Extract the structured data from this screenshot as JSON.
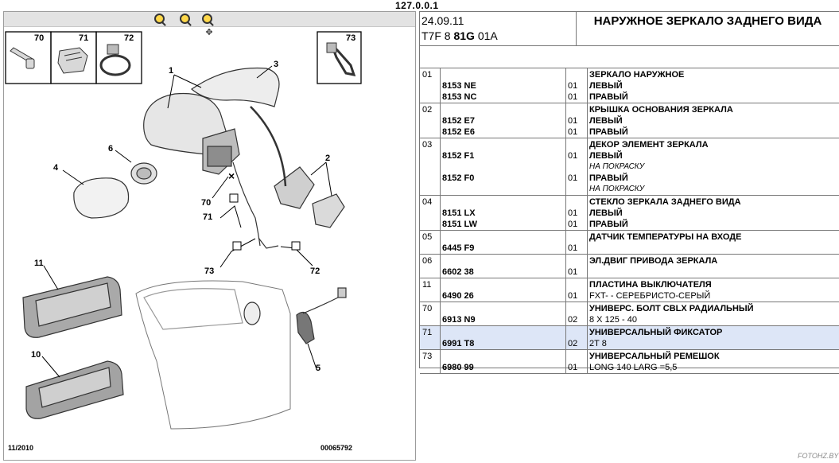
{
  "topbar": {
    "ip": "127.0.0.1"
  },
  "diagram": {
    "zoom_in_icon": "zoom-in-icon",
    "zoom_out_icon": "zoom-out-icon",
    "zoom_pan_icon": "zoom-pan-icon",
    "inset_labels": [
      "70",
      "71",
      "72",
      "73"
    ],
    "part_labels": [
      "1",
      "3",
      "6",
      "4",
      "2",
      "70",
      "71",
      "73",
      "72",
      "11",
      "10",
      "5"
    ],
    "footer_date": "11/2010",
    "footer_code": "00065792"
  },
  "header": {
    "date": "24.09.11",
    "code_prefix": "T7F 8 ",
    "code_bold": "81G",
    "code_suffix": " 01A",
    "title": "НАРУЖНОЕ ЗЕРКАЛО ЗАДНЕГО ВИДА"
  },
  "rows": [
    {
      "num": "01",
      "lines": [
        {
          "ref": "",
          "qty": "",
          "desc": "ЗЕРКАЛО НАРУЖНОЕ",
          "bold": true
        },
        {
          "ref": "8153 NE",
          "qty": "01",
          "desc": "ЛЕВЫЙ",
          "bold": true
        },
        {
          "ref": "8153 NC",
          "qty": "01",
          "desc": "ПРАВЫЙ",
          "bold": true
        }
      ]
    },
    {
      "num": "02",
      "lines": [
        {
          "ref": "",
          "qty": "",
          "desc": "КРЫШКА ОСНОВАНИЯ ЗЕРКАЛА",
          "bold": true
        },
        {
          "ref": "8152 E7",
          "qty": "01",
          "desc": "ЛЕВЫЙ",
          "bold": true
        },
        {
          "ref": "8152 E6",
          "qty": "01",
          "desc": "ПРАВЫЙ",
          "bold": true
        }
      ]
    },
    {
      "num": "03",
      "lines": [
        {
          "ref": "",
          "qty": "",
          "desc": "ДЕКОР ЭЛЕМЕНТ ЗЕРКАЛА",
          "bold": true
        },
        {
          "ref": "8152 F1",
          "qty": "01",
          "desc": "ЛЕВЫЙ",
          "bold": true
        },
        {
          "ref": "",
          "qty": "",
          "desc": "НА ПОКРАСКУ",
          "italic": true
        },
        {
          "ref": "8152 F0",
          "qty": "01",
          "desc": "ПРАВЫЙ",
          "bold": true
        },
        {
          "ref": "",
          "qty": "",
          "desc": "НА ПОКРАСКУ",
          "italic": true
        }
      ]
    },
    {
      "num": "04",
      "lines": [
        {
          "ref": "",
          "qty": "",
          "desc": "СТЕКЛО ЗЕРКАЛА ЗАДНЕГО ВИДА",
          "bold": true
        },
        {
          "ref": "8151 LX",
          "qty": "01",
          "desc": "ЛЕВЫЙ",
          "bold": true
        },
        {
          "ref": "8151 LW",
          "qty": "01",
          "desc": "ПРАВЫЙ",
          "bold": true
        }
      ]
    },
    {
      "num": "05",
      "lines": [
        {
          "ref": "",
          "qty": "",
          "desc": "ДАТЧИК ТЕМПЕРАТУРЫ НА ВХОДЕ",
          "bold": true
        },
        {
          "ref": "6445 F9",
          "qty": "01",
          "desc": ""
        }
      ]
    },
    {
      "num": "06",
      "lines": [
        {
          "ref": "",
          "qty": "",
          "desc": "ЭЛ.ДВИГ ПРИВОДА ЗЕРКАЛА",
          "bold": true
        },
        {
          "ref": "6602 38",
          "qty": "01",
          "desc": ""
        }
      ]
    },
    {
      "num": "11",
      "lines": [
        {
          "ref": "",
          "qty": "",
          "desc": "ПЛАСТИНА ВЫКЛЮЧАТЕЛЯ",
          "bold": true
        },
        {
          "ref": "6490 26",
          "qty": "01",
          "desc": "FXT- - СЕРЕБРИСТО-СЕРЫЙ"
        }
      ]
    },
    {
      "num": "70",
      "lines": [
        {
          "ref": "",
          "qty": "",
          "desc": "УНИВЕРС. БОЛТ CBLX РАДИАЛЬНЫЙ",
          "bold": true
        },
        {
          "ref": "6913 N9",
          "qty": "02",
          "desc": "8 X 125 - 40"
        }
      ]
    },
    {
      "num": "71",
      "selected": true,
      "lines": [
        {
          "ref": "",
          "qty": "",
          "desc": "УНИВЕРСАЛЬНЫЙ ФИКСАТОР",
          "bold": true
        },
        {
          "ref": "6991 T8",
          "qty": "02",
          "desc": "2T 8"
        }
      ]
    },
    {
      "num": "73",
      "lines": [
        {
          "ref": "",
          "qty": "",
          "desc": "УНИВЕРСАЛЬНЫЙ РЕМЕШОК",
          "bold": true
        },
        {
          "ref": "6980 99",
          "qty": "01",
          "desc": "LONG 140 LARG =5,5"
        }
      ]
    }
  ],
  "watermark": "FOTOHZ.BY",
  "colors": {
    "selected_row": "#dde6f7",
    "border": "#777777",
    "toolbar": "#e3e3e3"
  }
}
